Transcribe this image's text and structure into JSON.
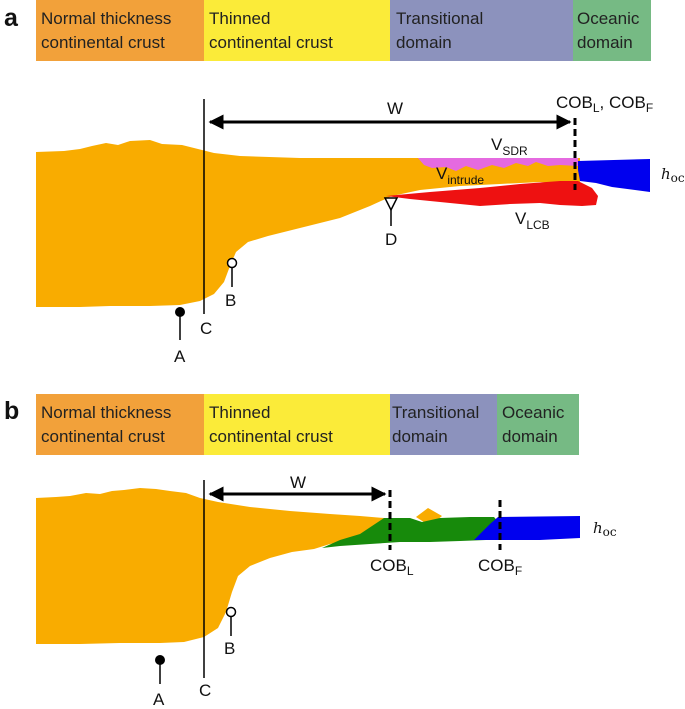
{
  "colors": {
    "normal": "#f2a13a",
    "thinned": "#fbeb39",
    "transitional": "#8c92bd",
    "oceanic": "#76ba84",
    "crust": "#f9ac00",
    "sdr": "#e56ae0",
    "lcb": "#ee1111",
    "ocean": "#0000ee",
    "mixed": "#178a0b"
  },
  "panel_a": {
    "label": "a",
    "bands": [
      {
        "line1": "Normal thickness",
        "line2": "continental crust"
      },
      {
        "line1": "Thinned",
        "line2": "continental crust"
      },
      {
        "line1": "Transitional",
        "line2": "domain"
      },
      {
        "line1": "Oceanic",
        "line2": "domain"
      }
    ],
    "w_label": "W",
    "cob_l_main": "COB",
    "cob_l_sub": "L",
    "cob_sep": ", ",
    "cob_f_main": "COB",
    "cob_f_sub": "F",
    "vsdr_main": "V",
    "vsdr_sub": "SDR",
    "vintrude_main": "V",
    "vintrude_sub": "intrude",
    "vlcb_main": "V",
    "vlcb_sub": "LCB",
    "hoc_main": "h",
    "hoc_sub": "oc",
    "points": {
      "a": "A",
      "b": "B",
      "c": "C",
      "d": "D"
    }
  },
  "panel_b": {
    "label": "b",
    "bands": [
      {
        "line1": "Normal thickness",
        "line2": "continental crust"
      },
      {
        "line1": "Thinned",
        "line2": "continental crust"
      },
      {
        "line1": "Transitional",
        "line2": "domain"
      },
      {
        "line1": "Oceanic",
        "line2": "domain"
      }
    ],
    "w_label": "W",
    "cob_l_main": "COB",
    "cob_l_sub": "L",
    "cob_f_main": "COB",
    "cob_f_sub": "F",
    "hoc_main": "h",
    "hoc_sub": "oc",
    "points": {
      "a": "A",
      "b": "B",
      "c": "C"
    }
  }
}
